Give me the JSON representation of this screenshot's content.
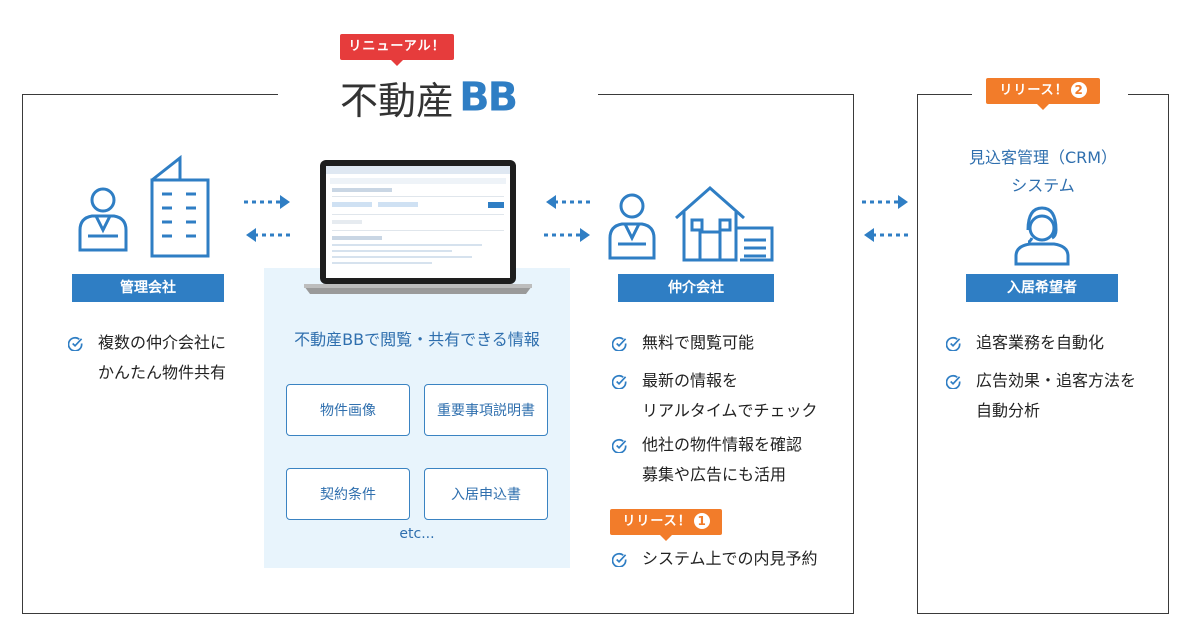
{
  "logo": {
    "text": "不動産",
    "bb": "BB"
  },
  "badges": {
    "renewal": "リニューアル！",
    "release1": "リリース！",
    "release1_num": "1",
    "release2": "リリース！",
    "release2_num": "2"
  },
  "management": {
    "label": "管理会社",
    "items": [
      "複数の仲介会社に",
      "かんたん物件共有"
    ]
  },
  "center": {
    "title": "不動産BBで閲覧・共有できる情報",
    "boxes": [
      "物件画像",
      "重要事項説明書",
      "契約条件",
      "入居申込書"
    ],
    "etc": "etc..."
  },
  "broker": {
    "label": "仲介会社",
    "items": [
      [
        "無料で閲覧可能"
      ],
      [
        "最新の情報を",
        "リアルタイムでチェック"
      ],
      [
        "他社の物件情報を確認",
        "募集や広告にも活用"
      ]
    ],
    "release_item": "システム上での内見予約"
  },
  "crm": {
    "title1": "見込客管理（CRM）",
    "title2": "システム",
    "label": "入居希望者",
    "items": [
      [
        "追客業務を自動化"
      ],
      [
        "広告効果・追客方法を",
        "自動分析"
      ]
    ]
  },
  "colors": {
    "blue": "#2f7ec4",
    "red": "#e63c3c",
    "orange": "#f27c2a",
    "panel": "#e8f4fc",
    "teal": "#2bb3a3"
  }
}
